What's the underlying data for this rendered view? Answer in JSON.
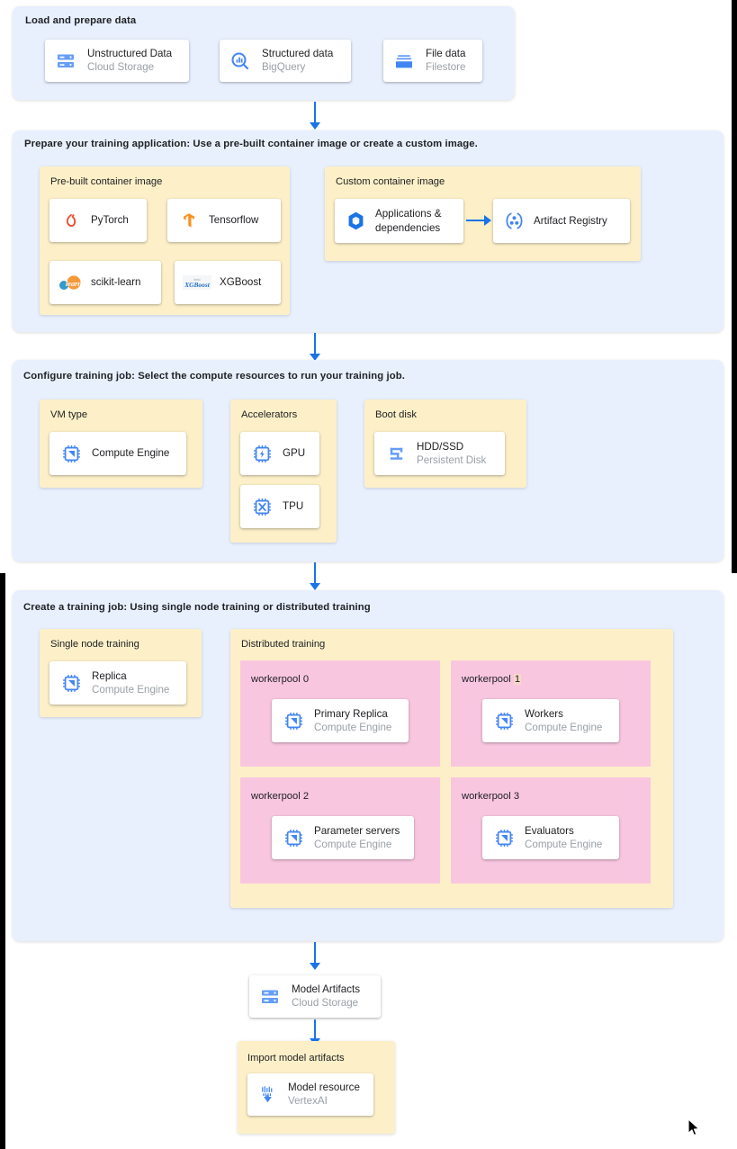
{
  "colors": {
    "panel_bg": "#e8f0fe",
    "group_bg": "#fdf0c8",
    "pool_bg": "#f9c6e0",
    "card_bg": "#ffffff",
    "arrow": "#1a73e8",
    "title_text": "#202124",
    "subtitle_text": "#9aa0a6",
    "selection_highlight": "#f7d9c8",
    "icon_blue": "#4285f4",
    "pytorch_red": "#ee4c2c",
    "tensorflow_orange": "#ff8f1c",
    "sklearn_orange": "#f89939",
    "sklearn_blue": "#3499cd"
  },
  "sections": {
    "load": {
      "title": "Load and prepare data",
      "cards": [
        {
          "icon": "cloud-storage-icon",
          "title": "Unstructured Data",
          "subtitle": "Cloud Storage"
        },
        {
          "icon": "bigquery-icon",
          "title": "Structured data",
          "subtitle": "BigQuery"
        },
        {
          "icon": "filestore-icon",
          "title": "File data",
          "subtitle": "Filestore"
        }
      ]
    },
    "prepare": {
      "title": "Prepare your training application: Use a pre-built container image or create a custom image.",
      "prebuilt": {
        "title": "Pre-built container image",
        "cards": [
          {
            "icon": "pytorch-icon",
            "title": "PyTorch"
          },
          {
            "icon": "tensorflow-icon",
            "title": "Tensorflow"
          },
          {
            "icon": "scikit-learn-icon",
            "title": "scikit-learn"
          },
          {
            "icon": "xgboost-icon",
            "title": "XGBoost"
          }
        ]
      },
      "custom": {
        "title": "Custom container image",
        "cards": [
          {
            "icon": "app-dependencies-icon",
            "title": "Applications & dependencies"
          },
          {
            "icon": "artifact-registry-icon",
            "title": "Artifact Registry"
          }
        ]
      }
    },
    "configure": {
      "title": "Configure training job: Select the compute resources to run your training job.",
      "groups": [
        {
          "title": "VM type",
          "cards": [
            {
              "icon": "cpu-chip-icon",
              "title": "Compute Engine"
            }
          ]
        },
        {
          "title": "Accelerators",
          "cards": [
            {
              "icon": "gpu-chip-icon",
              "title": "GPU"
            },
            {
              "icon": "tpu-chip-icon",
              "title": "TPU"
            }
          ]
        },
        {
          "title": "Boot disk",
          "cards": [
            {
              "icon": "persistent-disk-icon",
              "title": "HDD/SSD",
              "subtitle": "Persistent Disk"
            }
          ]
        }
      ]
    },
    "create": {
      "title": "Create a training job: Using single node training or distributed training",
      "single_node": {
        "title": "Single node training",
        "cards": [
          {
            "icon": "cpu-chip-icon",
            "title": "Replica",
            "subtitle": "Compute Engine"
          }
        ]
      },
      "distributed": {
        "title": "Distributed training",
        "pools": [
          {
            "label": "workerpool 0",
            "selected": "",
            "card": {
              "icon": "cpu-chip-icon",
              "title": "Primary Replica",
              "subtitle": "Compute Engine"
            }
          },
          {
            "label": "workerpool",
            "selected": "1",
            "card": {
              "icon": "cpu-chip-icon",
              "title": "Workers",
              "subtitle": "Compute Engine"
            }
          },
          {
            "label": "workerpool 2",
            "selected": "",
            "card": {
              "icon": "cpu-chip-icon",
              "title": "Parameter servers",
              "subtitle": "Compute Engine"
            }
          },
          {
            "label": "workerpool 3",
            "selected": "",
            "card": {
              "icon": "cpu-chip-icon",
              "title": "Evaluators",
              "subtitle": "Compute Engine"
            }
          }
        ]
      }
    },
    "artifacts": {
      "card": {
        "icon": "cloud-storage-icon",
        "title": "Model Artifacts",
        "subtitle": "Cloud Storage"
      }
    },
    "import": {
      "title": "Import model artifacts",
      "card": {
        "icon": "vertex-ai-icon",
        "title": "Model resource",
        "subtitle": "VertexAI"
      }
    }
  }
}
